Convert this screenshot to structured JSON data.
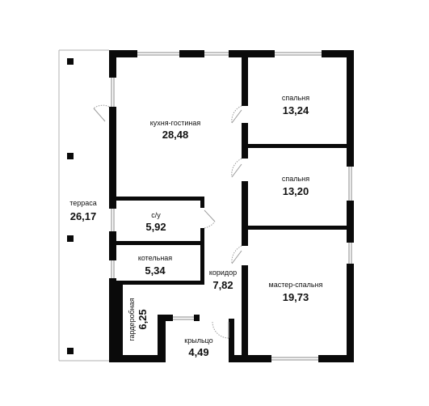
{
  "rooms": {
    "terrace": {
      "name": "терраса",
      "area": "26,17"
    },
    "kitchen": {
      "name": "кухня-гостиная",
      "area": "28,48"
    },
    "bedroom1": {
      "name": "спальня",
      "area": "13,24"
    },
    "bedroom2": {
      "name": "спальня",
      "area": "13,20"
    },
    "bathroom": {
      "name": "с/у",
      "area": "5,92"
    },
    "boiler": {
      "name": "котельная",
      "area": "5,34"
    },
    "corridor": {
      "name": "коридор",
      "area": "7,82"
    },
    "master": {
      "name": "мастер-спальня",
      "area": "19,73"
    },
    "wardrobe": {
      "name": "гардеробная",
      "area": "6,25"
    },
    "porch": {
      "name": "крыльцо",
      "area": "4,49"
    }
  },
  "colors": {
    "wall": "#0a0a0a",
    "line": "#9a9a9a",
    "background": "#ffffff"
  }
}
